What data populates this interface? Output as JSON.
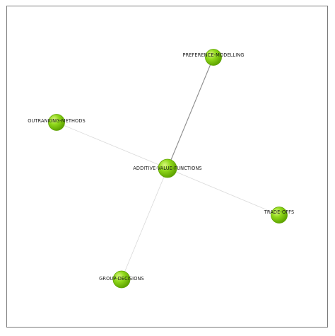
{
  "graph": {
    "center": "additive-value-functions",
    "colors": {
      "node_fill": "#7ccc0a",
      "node_stroke": "#5fa300",
      "node_highlight": "#c7f26a",
      "edge_strong": "#8a8a8a",
      "edge_weak": "#d6d6d6",
      "frame": "#7a7a7a"
    },
    "nodes": [
      {
        "id": "additive-value-functions",
        "label": "ADDITIVE-VALUE-FUNCTIONS"
      },
      {
        "id": "preference-modelling",
        "label": "PREFERENCE-MODELLING"
      },
      {
        "id": "outranking-methods",
        "label": "OUTRANKING-METHODS"
      },
      {
        "id": "trade-offs",
        "label": "TRADE-OFFS"
      },
      {
        "id": "group-decisions",
        "label": "GROUP-DECISIONS"
      }
    ],
    "edges": [
      {
        "source": "additive-value-functions",
        "target": "preference-modelling",
        "strength": "strong"
      },
      {
        "source": "additive-value-functions",
        "target": "outranking-methods",
        "strength": "weak"
      },
      {
        "source": "additive-value-functions",
        "target": "trade-offs",
        "strength": "weak"
      },
      {
        "source": "additive-value-functions",
        "target": "group-decisions",
        "strength": "weak"
      }
    ]
  }
}
